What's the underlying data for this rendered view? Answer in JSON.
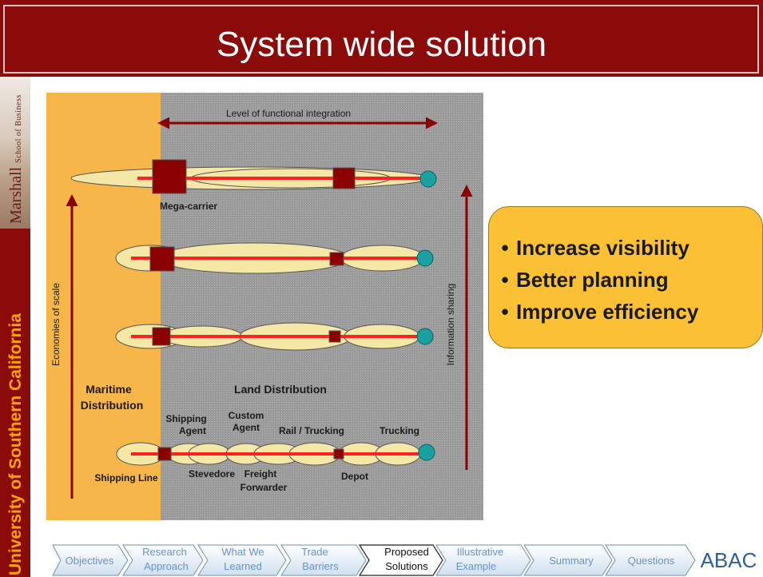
{
  "slide": {
    "title": "System wide solution"
  },
  "sidebar": {
    "school_name": "Marshall",
    "school_sub": "School of Business",
    "university": "University of Southern California"
  },
  "diagram": {
    "top_arrow_label": "Level of functional integration",
    "left_arrow_label": "Economies of scale",
    "right_arrow_label": "Information sharing",
    "maritime_label_1": "Maritime",
    "maritime_label_2": "Distribution",
    "land_label": "Land Distribution",
    "mega_carrier": "Mega-carrier",
    "shipping_agent_1": "Shipping",
    "shipping_agent_2": "Agent",
    "custom_agent_1": "Custom",
    "custom_agent_2": "Agent",
    "rail_trucking": "Rail / Trucking",
    "trucking": "Trucking",
    "shipping_line": "Shipping Line",
    "stevedore": "Stevedore",
    "freight_1": "Freight",
    "freight_2": "Forwarder",
    "depot": "Depot",
    "colors": {
      "maritime_bg": "#f6b64a",
      "land_bg": "#9a9a9a",
      "node": "#8b0000",
      "flow_line": "#ff2020",
      "ellipse": "#f5e7a6",
      "endpoint": "#1aa0a0"
    }
  },
  "callout": {
    "items": [
      "Increase visibility",
      "Better planning",
      "Improve efficiency"
    ],
    "color": "#fcc035"
  },
  "nav": {
    "items": [
      "Objectives",
      "Research Approach",
      "What We Learned",
      "Trade Barriers",
      "Proposed Solutions",
      "Illustrative Example",
      "Summary",
      "Questions"
    ],
    "active_item": "Proposed Solutions",
    "logo": "ABAC"
  }
}
